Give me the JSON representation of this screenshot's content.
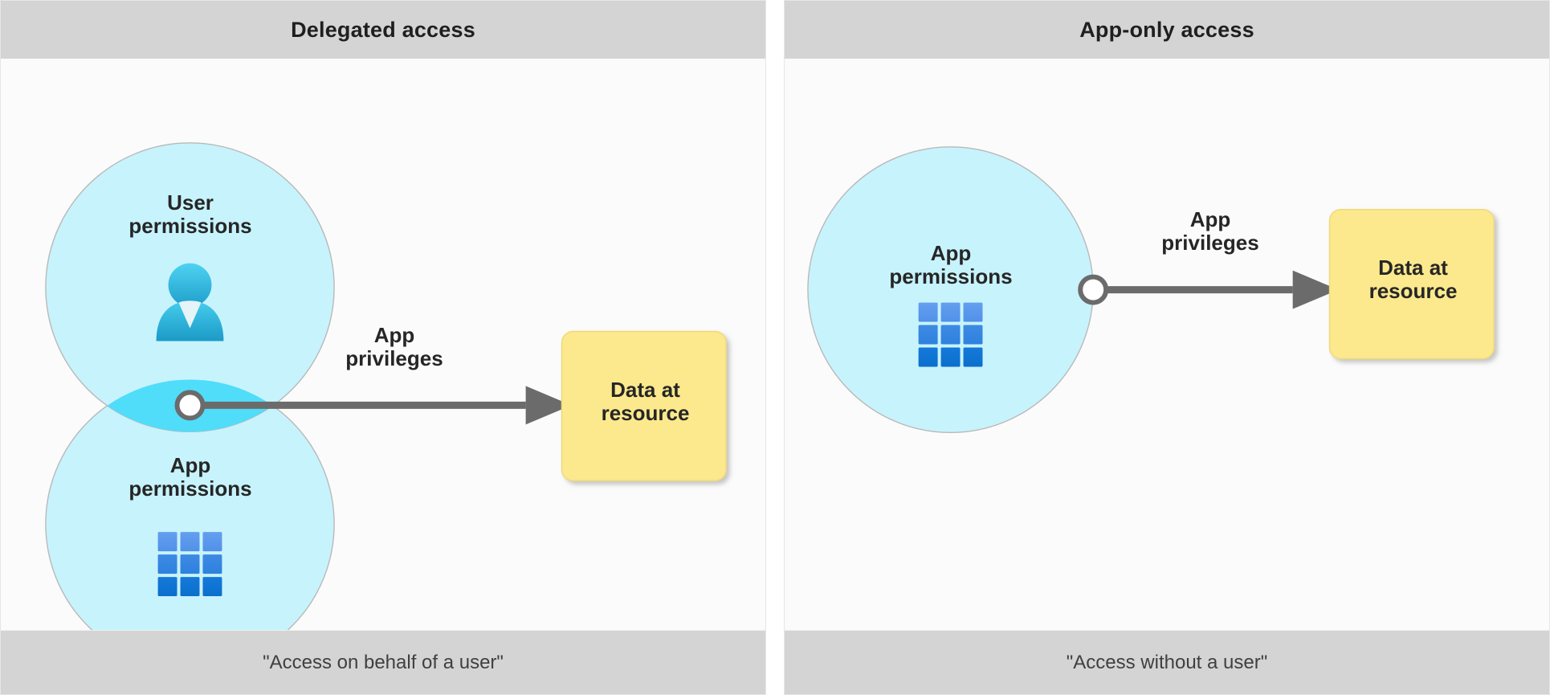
{
  "panels": [
    {
      "id": "delegated",
      "header": "Delegated access",
      "footer": "\"Access on behalf of a user\"",
      "circles": [
        {
          "id": "user-permissions",
          "label": "User\npermissions",
          "icon": "user-icon"
        },
        {
          "id": "app-permissions",
          "label": "App\npermissions",
          "icon": "app-grid-icon"
        }
      ],
      "edge_label": "App\nprivileges",
      "target_box": "Data at\nresource"
    },
    {
      "id": "app-only",
      "header": "App-only access",
      "footer": "\"Access without a user\"",
      "circles": [
        {
          "id": "app-permissions",
          "label": "App\npermissions",
          "icon": "app-grid-icon"
        }
      ],
      "edge_label": "App\nprivileges",
      "target_box": "Data at\nresource"
    }
  ],
  "colors": {
    "panel_chrome": "#d4d4d4",
    "panel_body": "#fbfbfb",
    "circle_fill": "#c7f3fd",
    "circle_stroke": "#b9b9b9",
    "intersection_fill": "#4fddfa",
    "node_fill": "#ffffff",
    "node_stroke": "#6b6b6b",
    "arrow": "#6b6b6b",
    "box_fill": "#fce98d",
    "box_stroke": "#f0d97a",
    "text": "#262626",
    "icon_user_light": "#3ec8ee",
    "icon_user_dark": "#21a2cc",
    "icon_grid_light": "#5b9bef",
    "icon_grid_dark": "#0a74d4"
  }
}
